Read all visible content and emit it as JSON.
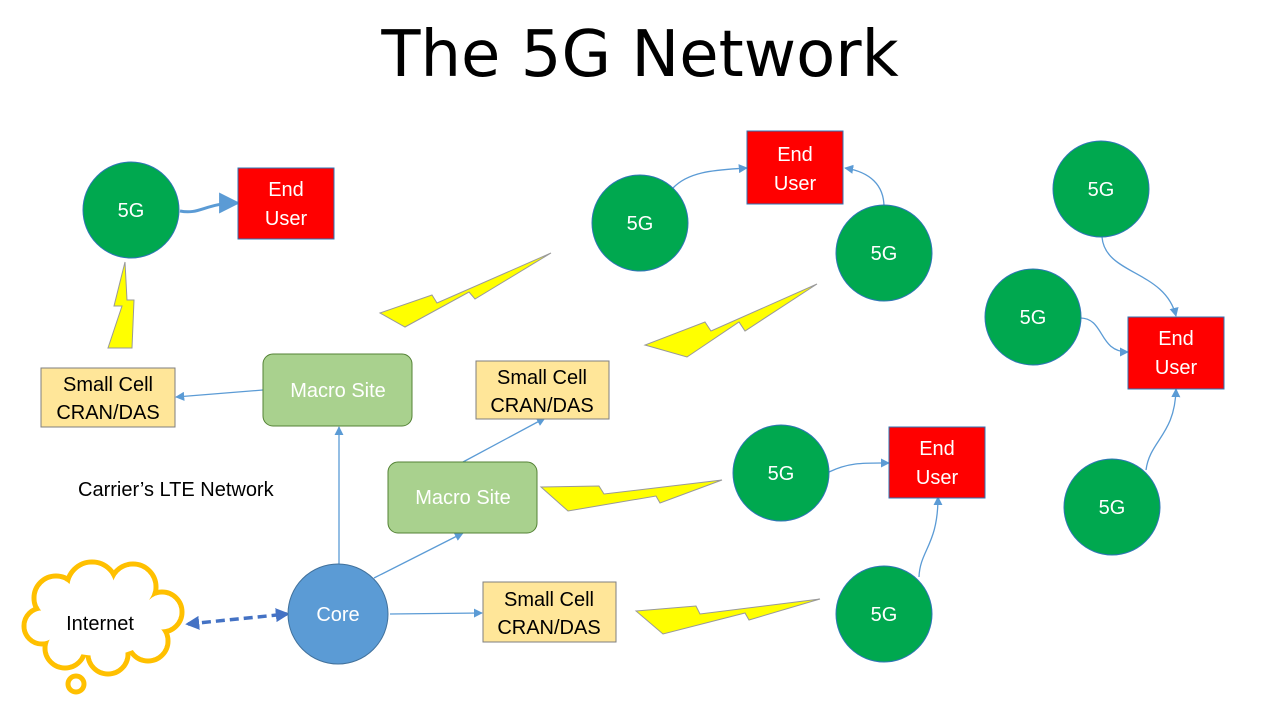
{
  "title": "The 5G Network",
  "caption": "Carrier’s LTE Network",
  "labels": {
    "g5": "5G",
    "end_user_line1": "End",
    "end_user_line2": "User",
    "macro_site": "Macro Site",
    "small_cell_line1": "Small Cell",
    "small_cell_line2": "CRAN/DAS",
    "core": "Core",
    "internet": "Internet"
  },
  "colors": {
    "g5_node": "#00a84f",
    "end_user": "#ff0000",
    "macro_site": "#a9d18e",
    "small_cell": "#ffe699",
    "core": "#5b9bd5",
    "internet_cloud": "#ffc000",
    "lightning": "#ffff00",
    "connector": "#5b9bd5"
  }
}
